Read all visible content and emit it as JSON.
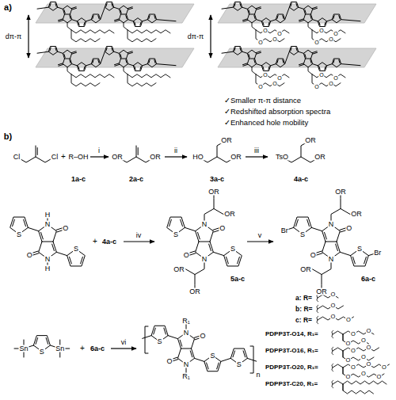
{
  "diagram": {
    "labels": [
      "a)",
      "dπ-π",
      "dπ-π",
      "✓Smaller π-π distance",
      "✓Redshifted absorption spectra",
      "✓Enhanced hole mobility",
      "O",
      "O",
      "O",
      "O",
      "O",
      "O",
      "O",
      "O",
      "O",
      "O",
      "O",
      "O",
      "O",
      "O",
      "O",
      "O",
      "b)",
      "Cl",
      "Cl",
      "+",
      "R–OH",
      "1a-c",
      "i",
      "OR",
      "OR",
      "2a-c",
      "ii",
      "HO",
      "OR",
      "OR",
      "3a-c",
      "iii",
      "TsO",
      "OR",
      "OR",
      "4a-c",
      "H",
      "N",
      "O",
      "S",
      "N",
      "H",
      "O",
      "S",
      "+",
      "4a-c",
      "iv",
      "N",
      "O",
      "S",
      "N",
      "O",
      "S",
      "OR",
      "OR",
      "OR",
      "OR",
      "5a-c",
      "v",
      "N",
      "O",
      "S",
      "N",
      "O",
      "S",
      "Br",
      "Br",
      "OR",
      "OR",
      "OR",
      "OR",
      "6a-c",
      "Sn",
      "S",
      "Sn",
      "+",
      "6a-c",
      "vi",
      "R₁",
      "N",
      "O",
      "S",
      "N",
      "O",
      "S",
      "R₁",
      "S",
      "n",
      "a: R=",
      "O",
      "b: R=",
      "O",
      "c: R=",
      "O",
      "O",
      "PDPP3T-O14, R₁=",
      "O",
      "O",
      "O",
      "O",
      "PDPP3T-O16, R₁=",
      "O",
      "O",
      "O",
      "O",
      "PDPP3T-O20, R₁=",
      "O",
      "O",
      "O",
      "O",
      "O",
      "O",
      "PDPP3T-C20, R₁="
    ]
  }
}
